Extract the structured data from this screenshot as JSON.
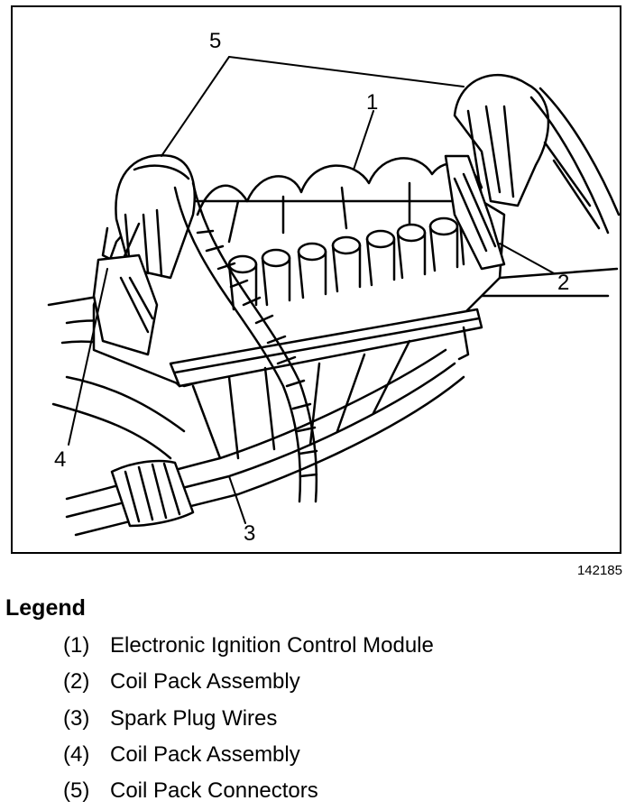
{
  "figure": {
    "callouts": {
      "c1": "1",
      "c2": "2",
      "c3": "3",
      "c4": "4",
      "c5": "5"
    },
    "id": "142185"
  },
  "legend": {
    "title": "Legend",
    "items": [
      {
        "num": "(1)",
        "text": "Electronic Ignition Control Module"
      },
      {
        "num": "(2)",
        "text": "Coil Pack Assembly"
      },
      {
        "num": "(3)",
        "text": "Spark Plug Wires"
      },
      {
        "num": "(4)",
        "text": "Coil Pack Assembly"
      },
      {
        "num": "(5)",
        "text": "Coil Pack Connectors"
      }
    ]
  }
}
